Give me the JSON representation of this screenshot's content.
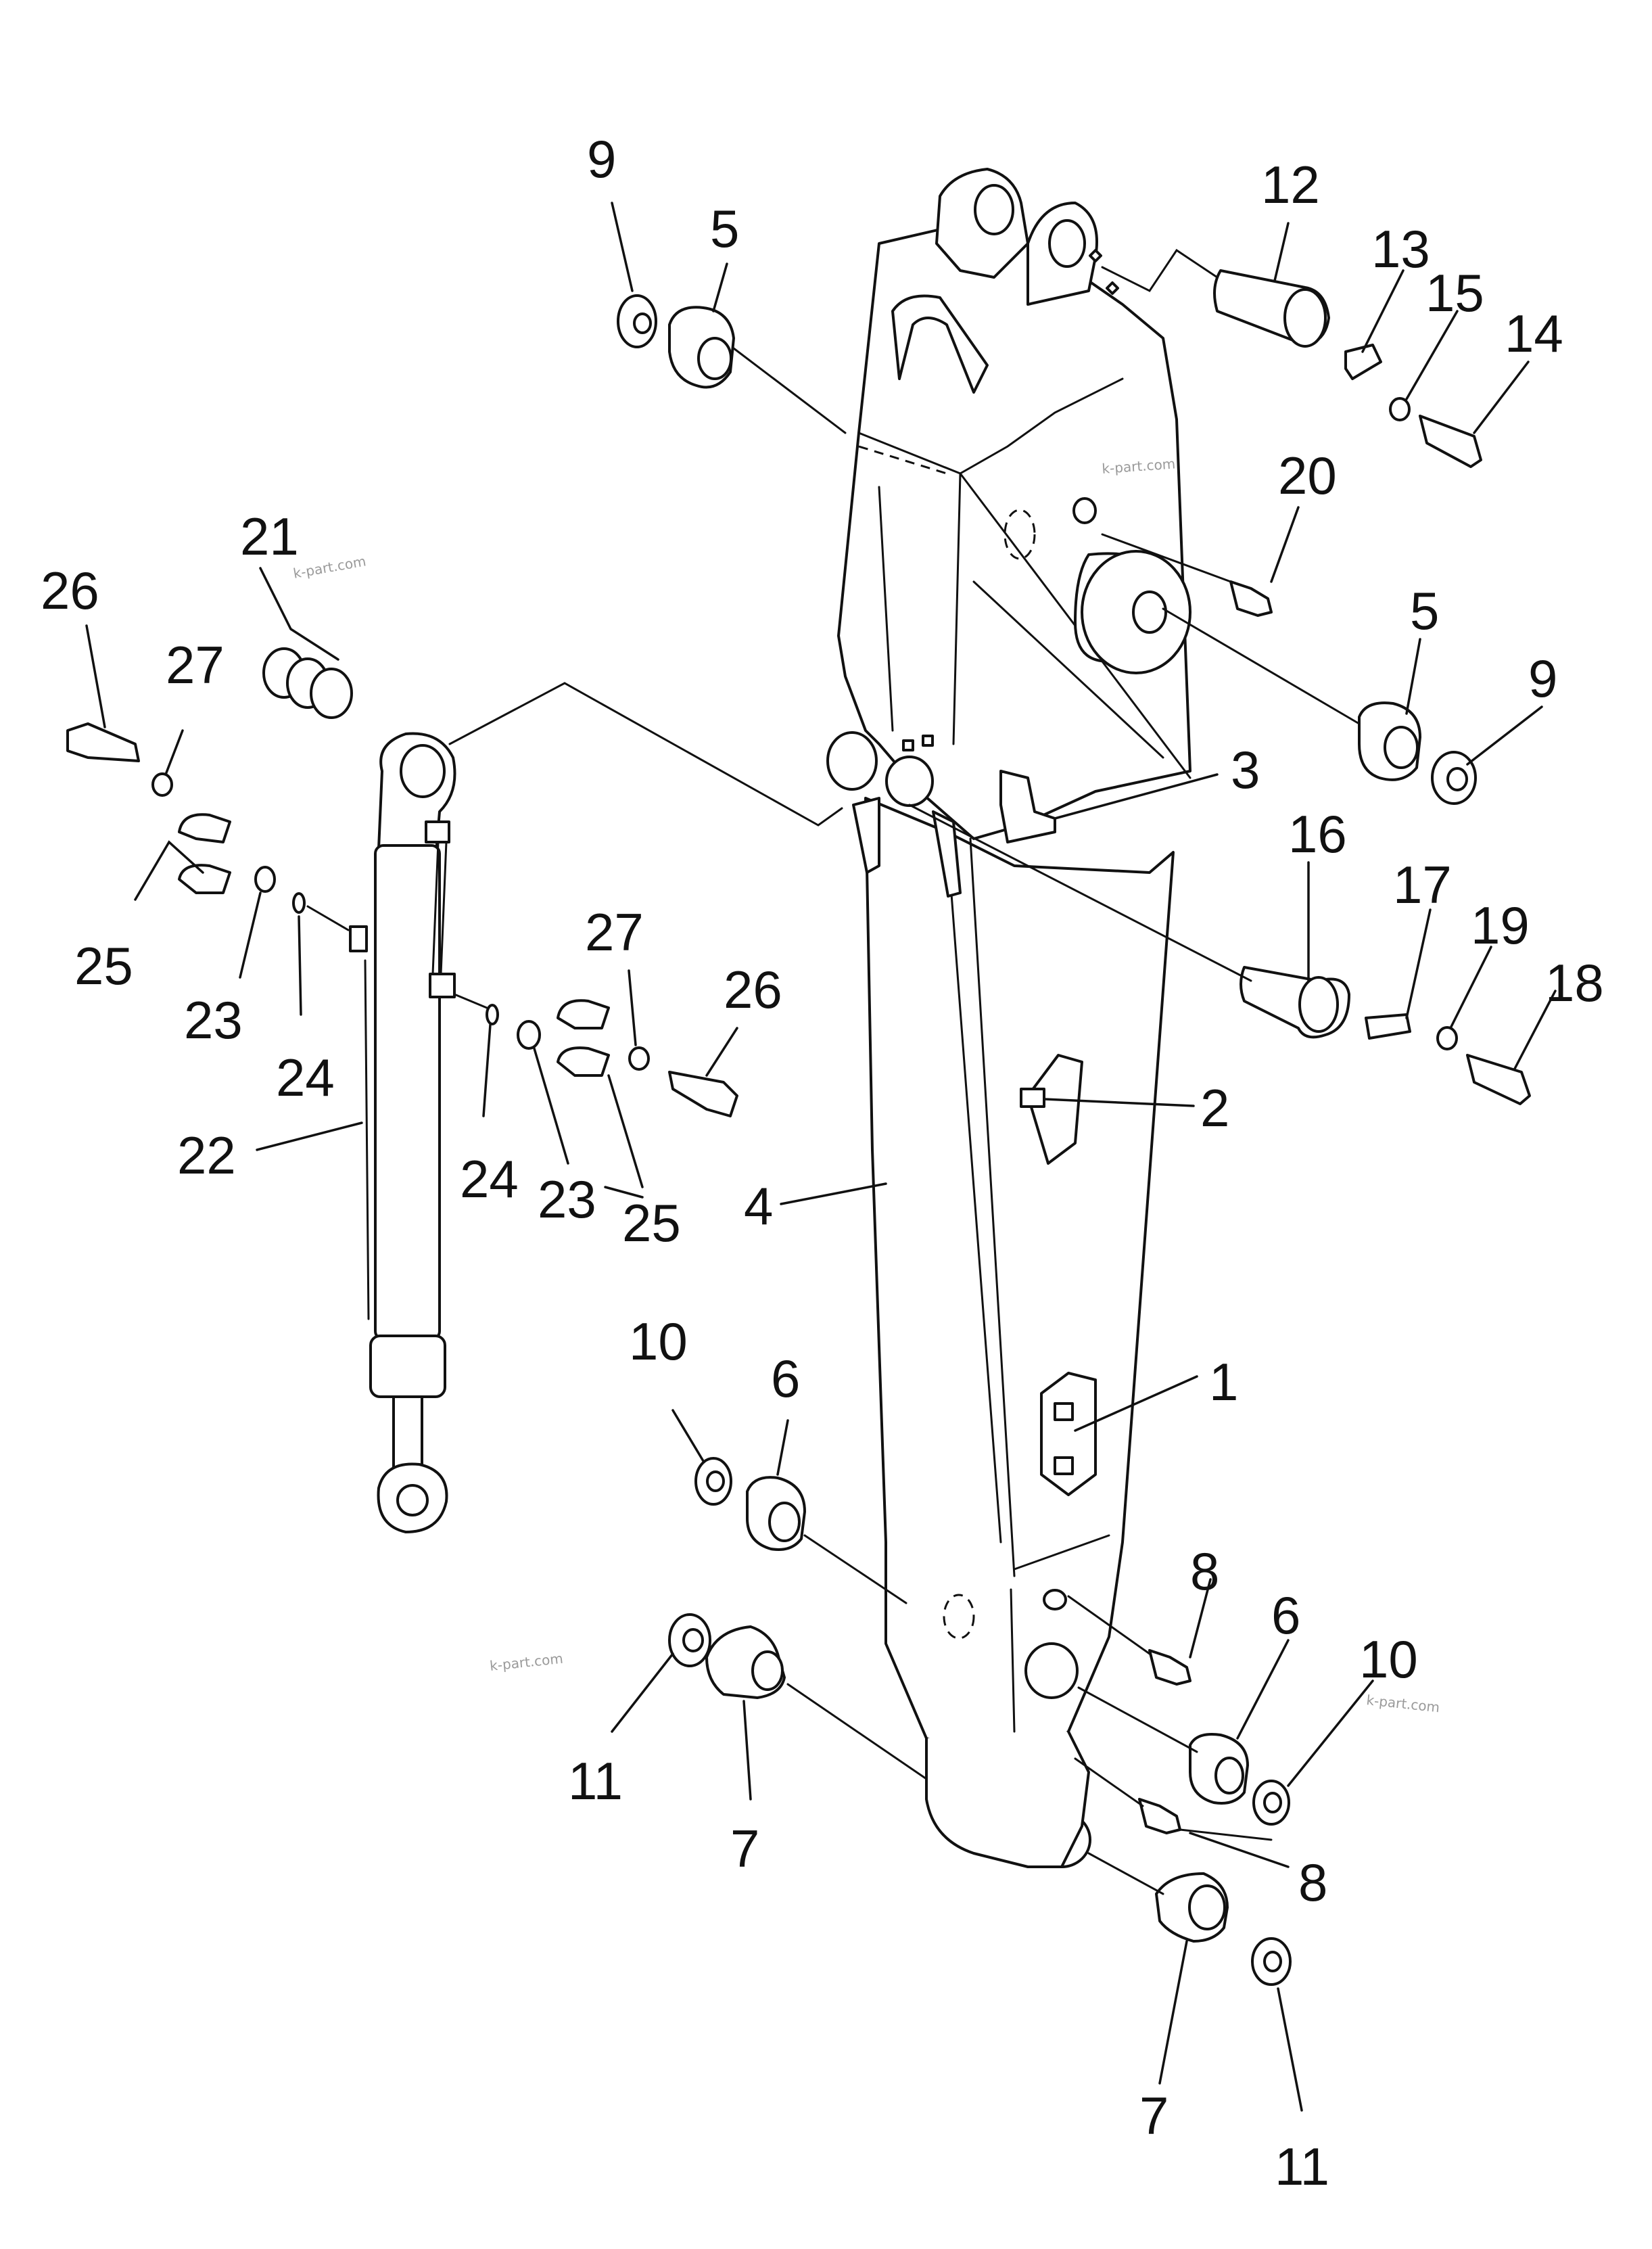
{
  "callouts": [
    "9",
    "5",
    "12",
    "13",
    "15",
    "14",
    "20",
    "5",
    "9",
    "3",
    "16",
    "17",
    "19",
    "18",
    "2",
    "1",
    "4",
    "21",
    "26",
    "27",
    "25",
    "23",
    "24",
    "22",
    "27",
    "26",
    "24",
    "23",
    "25",
    "10",
    "6",
    "8",
    "6",
    "10",
    "11",
    "7",
    "8",
    "7",
    "11"
  ],
  "watermarks": [
    "k-part.com",
    "k-part.com",
    "k-part.com",
    "k-part.com"
  ]
}
